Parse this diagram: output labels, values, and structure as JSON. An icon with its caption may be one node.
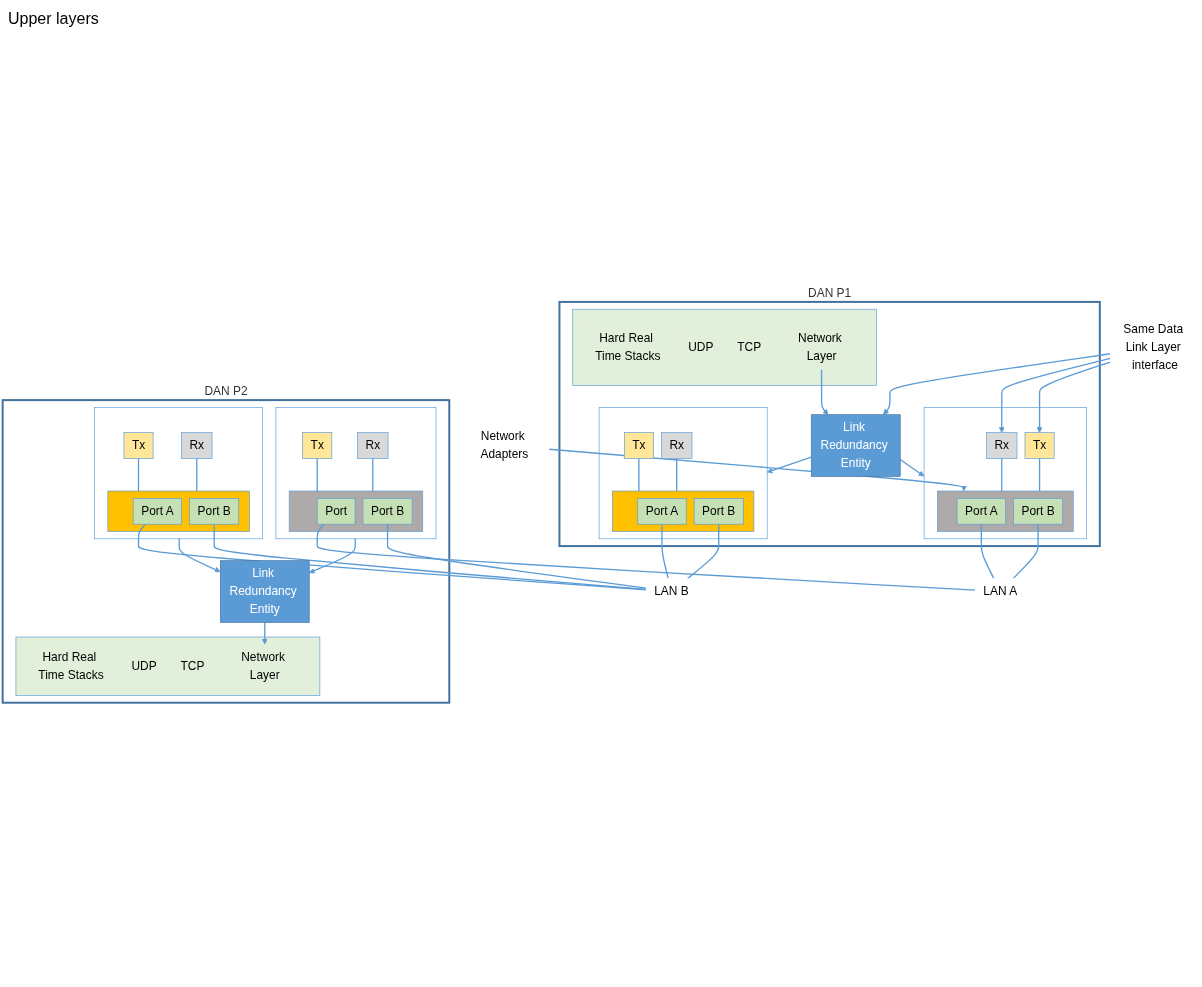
{
  "diagram": {
    "nodes": [
      {
        "text": [
          "DAN P1"
        ]
      },
      {
        "text": [],
        "shape": "box",
        "in": 0
      },
      {
        "text": [
          "Hard Real Time Stacks"
        ],
        "in": 1
      },
      {
        "text": [
          "UDP"
        ],
        "in": 1
      },
      {
        "text": [
          "TCP"
        ],
        "in": 1
      },
      {
        "text": [
          "Network Layer"
        ],
        "in": 1
      },
      {
        "text": [
          "Link Redundancy Entity"
        ],
        "in": 0
      },
      {
        "text": [],
        "shape": "box",
        "in": 0
      },
      {
        "text": [
          "Tx"
        ],
        "in": 7
      },
      {
        "text": [
          "Rx"
        ],
        "in": 7
      },
      {
        "text": [],
        "shape": "box",
        "in": 7
      },
      {
        "text": [
          "Port A"
        ],
        "in": 10
      },
      {
        "text": [
          "Port B"
        ],
        "in": 10
      },
      {
        "text": [],
        "shape": "box",
        "in": 0
      },
      {
        "text": [
          "Tx"
        ],
        "in": 13
      },
      {
        "text": [
          "Rx"
        ],
        "in": 13
      },
      {
        "text": [],
        "shape": "box",
        "in": 13
      },
      {
        "text": [
          "Port A"
        ],
        "in": 16
      },
      {
        "text": [
          "Port B"
        ],
        "in": 16
      },
      {
        "text": [
          "DAN P2"
        ]
      },
      {
        "text": [],
        "shape": "box",
        "in": 19
      },
      {
        "text": [
          "Hard Real Time Stacks"
        ],
        "in": 20
      },
      {
        "text": [
          "UDP"
        ],
        "in": 20
      },
      {
        "text": [
          "TCP"
        ],
        "in": 20
      },
      {
        "text": [
          "Network Layer"
        ],
        "in": 20
      },
      {
        "text": [
          "Link Redundancy Entity"
        ],
        "in": 19
      },
      {
        "text": [],
        "shape": "box",
        "in": 19
      },
      {
        "text": [
          "Tx"
        ],
        "in": 26
      },
      {
        "text": [
          "Rx"
        ],
        "in": 26
      },
      {
        "text": [],
        "shape": "box",
        "in": 26
      },
      {
        "text": [
          "Port"
        ],
        "in": 29
      },
      {
        "text": [
          "Port B"
        ],
        "in": 29
      },
      {
        "text": [],
        "shape": "box",
        "in": 19
      },
      {
        "text": [
          "Tx"
        ],
        "in": 32
      },
      {
        "text": [
          "Rx"
        ],
        "in": 32
      },
      {
        "text": [],
        "shape": "box",
        "in": 32
      },
      {
        "text": [
          "Port A"
        ],
        "in": 35
      },
      {
        "text": [
          "Port B"
        ],
        "in": 35
      },
      {
        "text": [
          "Same Data Link Layer interface"
        ]
      },
      {
        "text": [
          "Network Adapters"
        ]
      },
      {
        "text": [
          "LAN A"
        ]
      },
      {
        "text": [
          "LAN B"
        ]
      }
    ],
    "edges": [
      {
        "from": 5,
        "to": 6,
        "arrow": "to"
      },
      {
        "from": 6,
        "to": 7,
        "arrow": "to"
      },
      {
        "from": 6,
        "to": 13,
        "arrow": "to"
      },
      {
        "from": 8,
        "to": 10,
        "arrow": "none"
      },
      {
        "from": 9,
        "to": 10,
        "arrow": "none"
      },
      {
        "from": 14,
        "to": 16,
        "arrow": "none"
      },
      {
        "from": 15,
        "to": 16,
        "arrow": "none"
      },
      {
        "from": 11,
        "to": 40,
        "arrow": "none"
      },
      {
        "from": 12,
        "to": 40,
        "arrow": "none"
      },
      {
        "from": 17,
        "to": 41,
        "arrow": "none"
      },
      {
        "from": 18,
        "to": 41,
        "arrow": "none"
      },
      {
        "from": 25,
        "to": 24,
        "arrow": "to"
      },
      {
        "from": 26,
        "to": 25,
        "arrow": "to"
      },
      {
        "from": 32,
        "to": 25,
        "arrow": "to"
      },
      {
        "from": 27,
        "to": 29,
        "arrow": "none"
      },
      {
        "from": 28,
        "to": 29,
        "arrow": "none"
      },
      {
        "from": 33,
        "to": 35,
        "arrow": "none"
      },
      {
        "from": 34,
        "to": 35,
        "arrow": "none"
      },
      {
        "from": 30,
        "to": 40,
        "arrow": "none"
      },
      {
        "from": 31,
        "to": 41,
        "arrow": "none"
      },
      {
        "from": 36,
        "to": 41,
        "arrow": "none"
      },
      {
        "from": 37,
        "to": 41,
        "arrow": "none"
      },
      {
        "from": 38,
        "to": 6,
        "arrow": "to"
      },
      {
        "from": 38,
        "to": 9,
        "arrow": "to"
      },
      {
        "from": 38,
        "to": 8,
        "arrow": "to"
      },
      {
        "from": 39,
        "to": 10,
        "arrow": "to"
      }
    ],
    "labels": [
      "Upper layers"
    ]
  }
}
